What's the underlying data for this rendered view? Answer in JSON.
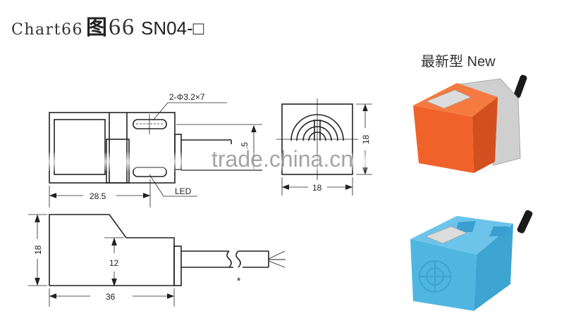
{
  "title": {
    "prefix": "Chart66",
    "cn_char": "图",
    "number": "66",
    "model": "SN04-□"
  },
  "new_label": "最新型 New",
  "drawings": {
    "top_view": {
      "hole_spec": "2-Φ3.2×7",
      "width_dim": "28.5",
      "offset_dim": ".5",
      "led_label": "LED"
    },
    "front_view": {
      "width_dim": "18",
      "height_dim": "18"
    },
    "side_view": {
      "height_dim": "18",
      "step_dim": "12",
      "length_dim": "36",
      "cable_note": "*"
    }
  },
  "products": [
    {
      "name": "orange-sensor",
      "color": "#f0622a",
      "cap_color": "#d8d8d8"
    },
    {
      "name": "blue-sensor",
      "color": "#4fb6e0",
      "cap_color": "#4fb6e0"
    }
  ],
  "watermark": "trade.china.cn"
}
